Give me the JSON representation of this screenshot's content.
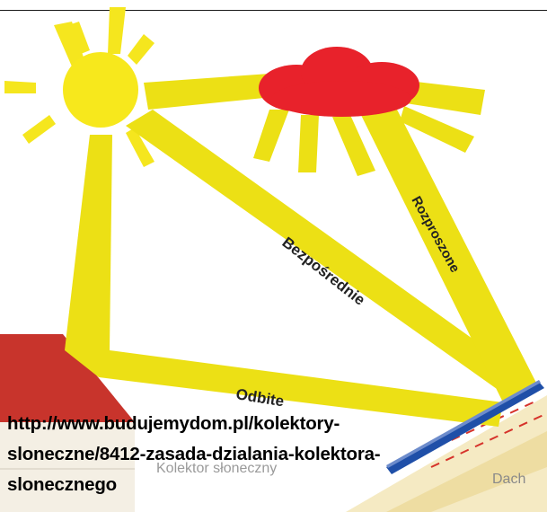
{
  "diagram": {
    "ray_labels": {
      "direct": "Bezpośrednie",
      "diffuse": "Rozproszone",
      "reflected": "Odbite"
    },
    "parts": {
      "collector": "Kolektor słoneczny",
      "roof": "Dach"
    },
    "colors": {
      "sun": "#f7e81c",
      "rays": "#ece015",
      "cloud": "#e8222b",
      "house_roof": "#c8342c",
      "collector": "#1f4fa8",
      "roof_wood": "#f1e0a6"
    }
  },
  "source_url": {
    "line1": "http://www.budujemydom.pl/kolektory-",
    "line2": "sloneczne/8412-zasada-dzialania-kolektora-",
    "line3": "slonecznego"
  }
}
